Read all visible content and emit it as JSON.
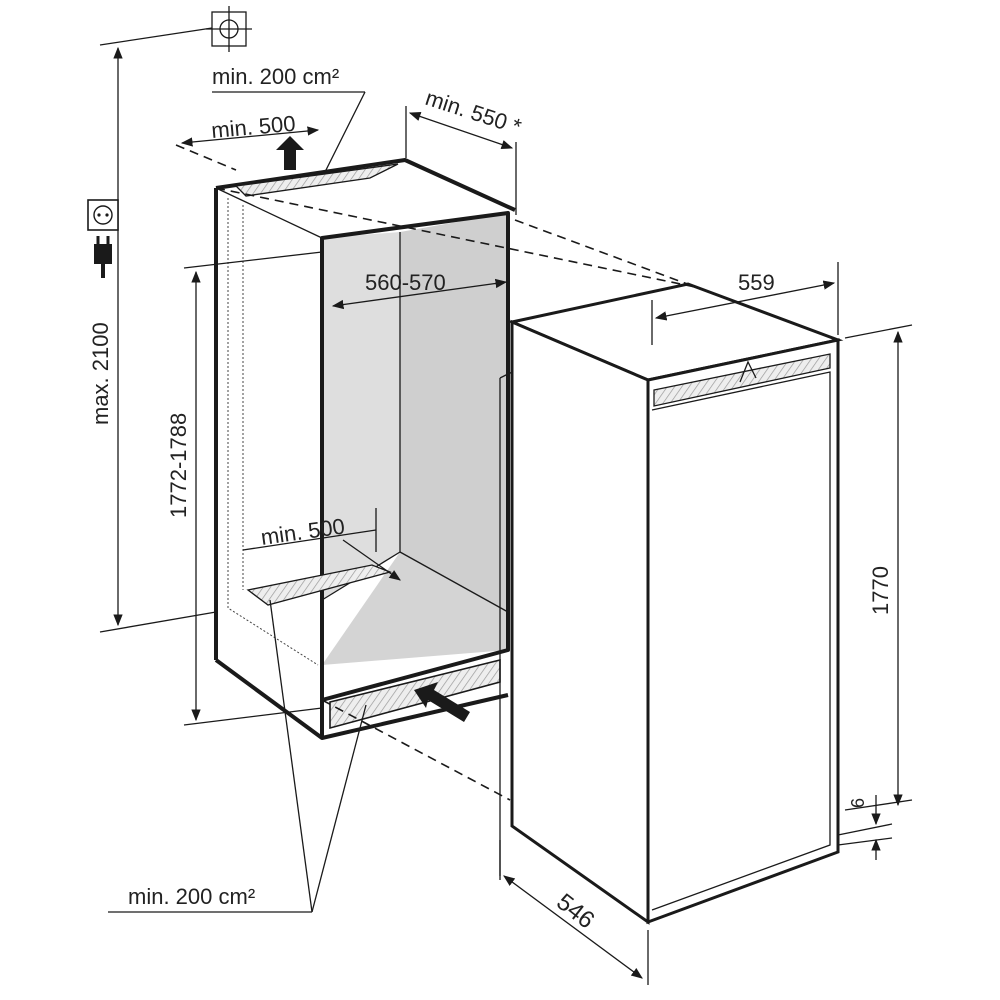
{
  "diagram": {
    "labels": {
      "vent_top_area": "min. 200 cm²",
      "vent_top_depth": "min. 500",
      "niche_depth": "min. 550",
      "niche_depth_note": "*",
      "niche_width": "560-570",
      "appliance_width": "559",
      "max_socket_height": "max. 2100",
      "niche_height": "1772-1788",
      "appliance_height": "1770",
      "plinth_gap": "6",
      "vent_bottom_depth": "min. 500",
      "vent_bottom_area": "min. 200 cm²",
      "appliance_depth": "546"
    },
    "icons": [
      "compass-rose-icon",
      "power-socket-icon",
      "power-plug-icon"
    ],
    "colors": {
      "line": "#1a1a1a",
      "niche_interior": "#d9d9d9",
      "niche_back": "#c8c8c8",
      "appliance": "#ffffff",
      "vent_grille": "#e6e6e6"
    }
  }
}
